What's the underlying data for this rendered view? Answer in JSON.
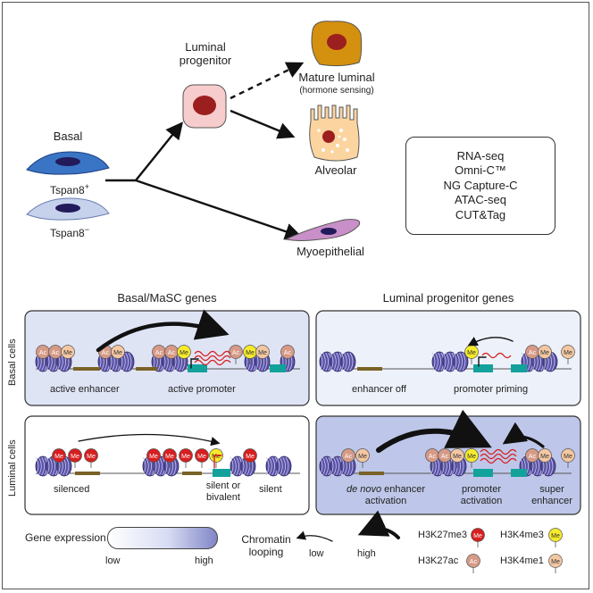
{
  "colors": {
    "basal_cell": "#3a74c5",
    "basal_neg_cell": "#c6d1ec",
    "luminal_progenitor": "#f6cccc",
    "nucleus": "#9c1f1f",
    "mature_luminal": "#d4900f",
    "alveolar": "#fbd4a0",
    "myoepithelial": "#c98fc8",
    "nucleosome": "#5a52a6",
    "h3k27me3": "#d81e1e",
    "h3k4me3": "#f6ea2b",
    "h3k27ac": "#d69a86",
    "h3k4me1": "#f3c7a2",
    "enhancer_bar": "#7a6226",
    "promoter_bar": "#13a19c",
    "panel_high": "#bec7e9",
    "panel_mid": "#edf1fa"
  },
  "lineage": {
    "basal_title": "Basal",
    "tspan_pos_label": "Tspan8",
    "tspan_pos_sup": "+",
    "tspan_neg_label": "Tspan8",
    "tspan_neg_sup": "−",
    "luminal_progenitor_line1": "Luminal",
    "luminal_progenitor_line2": "progenitor",
    "mature_luminal_title": "Mature luminal",
    "mature_luminal_sub": "(hormone sensing)",
    "alveolar_label": "Alveolar",
    "myoepithelial_label": "Myoepithelial"
  },
  "methods": {
    "items": [
      "RNA-seq",
      "Omni-C™",
      "NG Capture-C",
      "ATAC-seq",
      "CUT&Tag"
    ]
  },
  "chromatin": {
    "column_basal_title": "Basal/MaSC genes",
    "column_luminal_title": "Luminal progenitor genes",
    "row_basal_label": "Basal cells",
    "row_luminal_label": "Luminal cells",
    "tl_active_enhancer": "active enhancer",
    "tl_active_promoter": "active promoter",
    "tr_enhancer_off": "enhancer off",
    "tr_promoter_priming": "promoter priming",
    "bl_silenced": "silenced",
    "bl_silent_or_line1": "silent or",
    "bl_silent_or_line2": "bivalent",
    "bl_silent": "silent",
    "br_de_novo": "de novo",
    "br_enhancer": " enhancer",
    "br_activation": "activation",
    "br_promoter": "promoter",
    "br_promoter_activation": "activation",
    "br_super": "super",
    "br_enhancer2": "enhancer"
  },
  "marks": {
    "ac": "Ac",
    "me": "Me"
  },
  "legend": {
    "gene_expression_label": "Gene expression",
    "expr_low": "low",
    "expr_high": "high",
    "looping_line1": "Chromatin",
    "looping_line2": "looping",
    "loop_low": "low",
    "loop_high": "high",
    "h3k27me3": "H3K27me3",
    "h3k4me3": "H3K4me3",
    "h3k27ac": "H3K27ac",
    "h3k4me1": "H3K4me1"
  }
}
